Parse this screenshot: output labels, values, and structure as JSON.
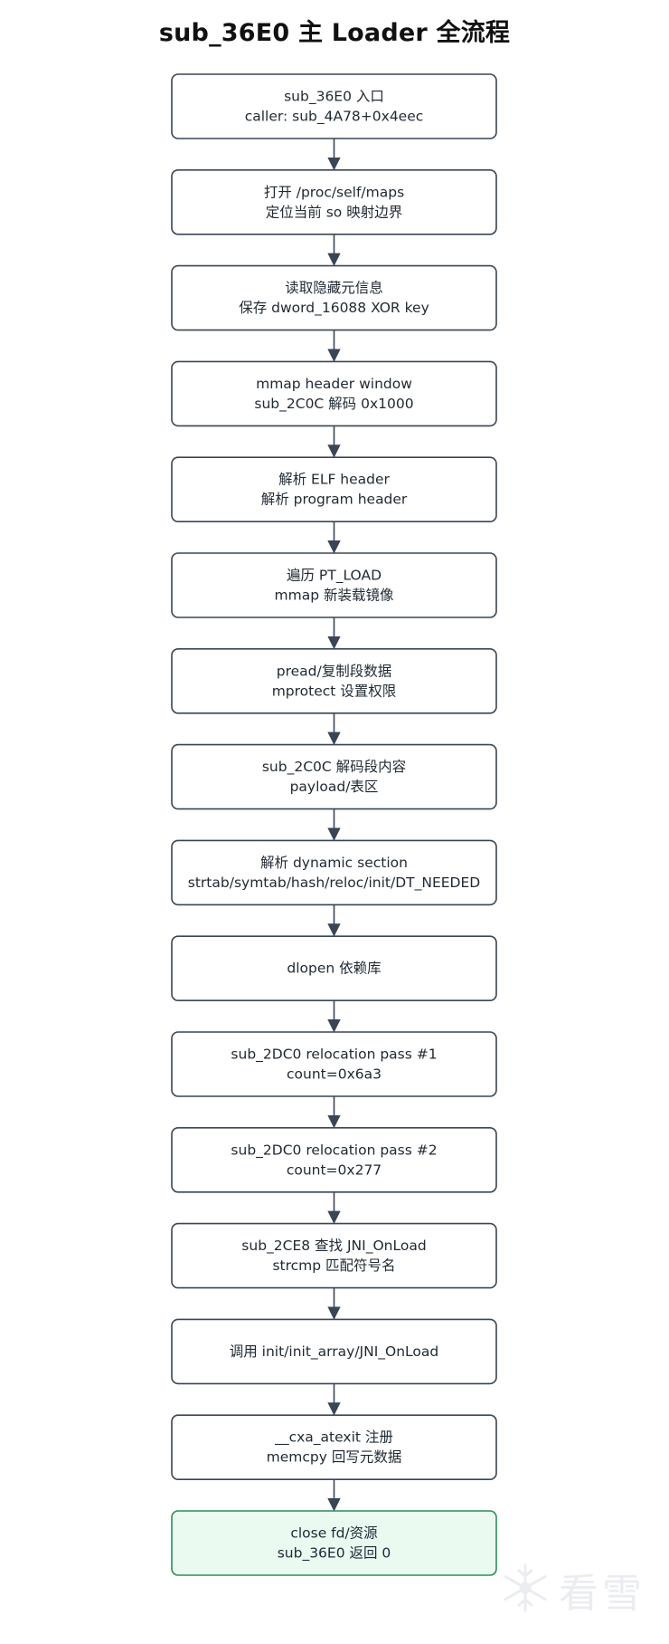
{
  "title": "sub_36E0 主 Loader 全流程",
  "steps": [
    {
      "lines": [
        "sub_36E0 入口",
        "caller: sub_4A78+0x4eec"
      ]
    },
    {
      "lines": [
        "打开 /proc/self/maps",
        "定位当前 so 映射边界"
      ]
    },
    {
      "lines": [
        "读取隐藏元信息",
        "保存 dword_16088 XOR key"
      ]
    },
    {
      "lines": [
        "mmap header window",
        "sub_2C0C 解码 0x1000"
      ]
    },
    {
      "lines": [
        "解析 ELF header",
        "解析 program header"
      ]
    },
    {
      "lines": [
        "遍历 PT_LOAD",
        "mmap 新装载镜像"
      ]
    },
    {
      "lines": [
        "pread/复制段数据",
        "mprotect 设置权限"
      ]
    },
    {
      "lines": [
        "sub_2C0C 解码段内容",
        "payload/表区"
      ]
    },
    {
      "lines": [
        "解析 dynamic section",
        "strtab/symtab/hash/reloc/init/DT_NEEDED"
      ]
    },
    {
      "lines": [
        "dlopen 依赖库"
      ]
    },
    {
      "lines": [
        "sub_2DC0 relocation pass #1",
        "count=0x6a3"
      ]
    },
    {
      "lines": [
        "sub_2DC0 relocation pass #2",
        "count=0x277"
      ]
    },
    {
      "lines": [
        "sub_2CE8 查找 JNI_OnLoad",
        "strcmp 匹配符号名"
      ]
    },
    {
      "lines": [
        "调用 init/init_array/JNI_OnLoad"
      ]
    },
    {
      "lines": [
        "__cxa_atexit 注册",
        "memcpy 回写元数据"
      ]
    },
    {
      "lines": [
        "close fd/资源",
        "sub_36E0 返回 0"
      ],
      "final": true
    }
  ],
  "colors": {
    "node_fill": "#ffffff",
    "node_stroke": "#3a4655",
    "final_fill": "#eafaf1",
    "final_stroke": "#2e8b57",
    "edge": "#3a4655"
  },
  "watermark": {
    "icon": "snowflake-icon",
    "text": "看雪"
  }
}
